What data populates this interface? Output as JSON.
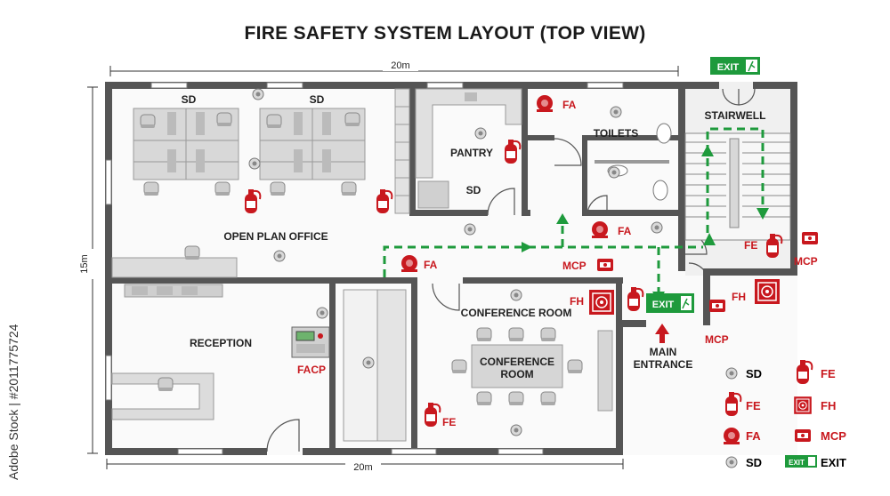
{
  "title": "FIRE SAFETY SYSTEM LAYOUT (TOP VIEW)",
  "dimensions": {
    "top": "20m",
    "bottom": "20m",
    "left": "15m"
  },
  "rooms": {
    "open_plan_office": "OPEN PLAN OFFICE",
    "pantry": "PANTRY",
    "toilets": "TOILETS",
    "stairwell": "STAIRWELL",
    "reception": "RECEPTION",
    "conference_room": "CONFERENCE ROOM",
    "conference_table_line1": "CONFERENCE",
    "conference_table_line2": "ROOM",
    "main_entrance_line1": "MAIN",
    "main_entrance_line2": "ENTRANCE"
  },
  "labels": {
    "sd": "SD",
    "fe": "FE",
    "fa": "FA",
    "fh": "FH",
    "mcp": "MCP",
    "facp": "FACP",
    "exit": "EXIT"
  },
  "legend": {
    "left": [
      {
        "icon": "smoke-detector-icon",
        "label": "SD"
      },
      {
        "icon": "fire-extinguisher-icon",
        "label": "FE"
      },
      {
        "icon": "fire-alarm-bell-icon",
        "label": "FA"
      },
      {
        "icon": "smoke-detector-icon",
        "label": "SD"
      }
    ],
    "right": [
      {
        "icon": "fire-extinguisher-icon",
        "label": "FE"
      },
      {
        "icon": "fire-hose-icon",
        "label": "FH"
      },
      {
        "icon": "manual-call-point-icon",
        "label": "MCP"
      },
      {
        "icon": "exit-sign-icon",
        "label": "EXIT"
      }
    ]
  },
  "watermark": "Adobe Stock | #2011775724",
  "colors": {
    "wall": "#555555",
    "accent_red": "#c8181e",
    "exit_green": "#1e9a3c",
    "route_green": "#1e9a3c",
    "floor_grey": "#e6e6e6"
  }
}
